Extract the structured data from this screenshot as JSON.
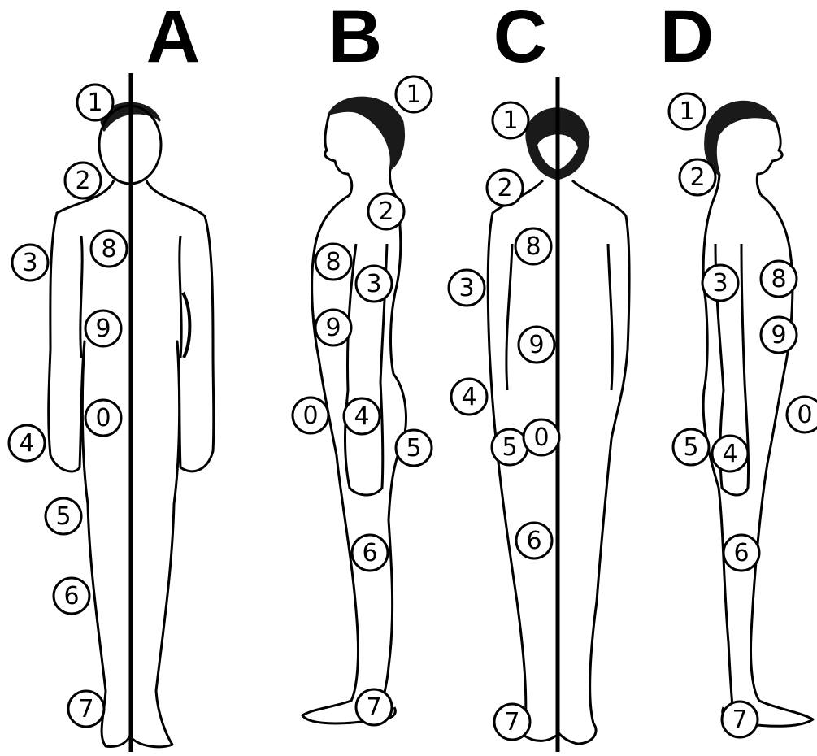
{
  "figure": {
    "views": [
      {
        "id": "A",
        "label": "A",
        "orientation": "front"
      },
      {
        "id": "B",
        "label": "B",
        "orientation": "side-left"
      },
      {
        "id": "C",
        "label": "C",
        "orientation": "back"
      },
      {
        "id": "D",
        "label": "D",
        "orientation": "side-right"
      }
    ],
    "markers": {
      "A": [
        "1",
        "2",
        "3",
        "8",
        "9",
        "0",
        "4",
        "5",
        "6",
        "7"
      ],
      "B": [
        "1",
        "2",
        "8",
        "3",
        "9",
        "0",
        "4",
        "5",
        "6",
        "7"
      ],
      "C": [
        "1",
        "2",
        "8",
        "3",
        "9",
        "4",
        "5",
        "0",
        "6",
        "7"
      ],
      "D": [
        "1",
        "2",
        "3",
        "8",
        "9",
        "0",
        "5",
        "4",
        "6",
        "7"
      ]
    },
    "colors": {
      "ink": "#000000",
      "background": "#ffffff",
      "hair": "#1a1a1a"
    }
  }
}
